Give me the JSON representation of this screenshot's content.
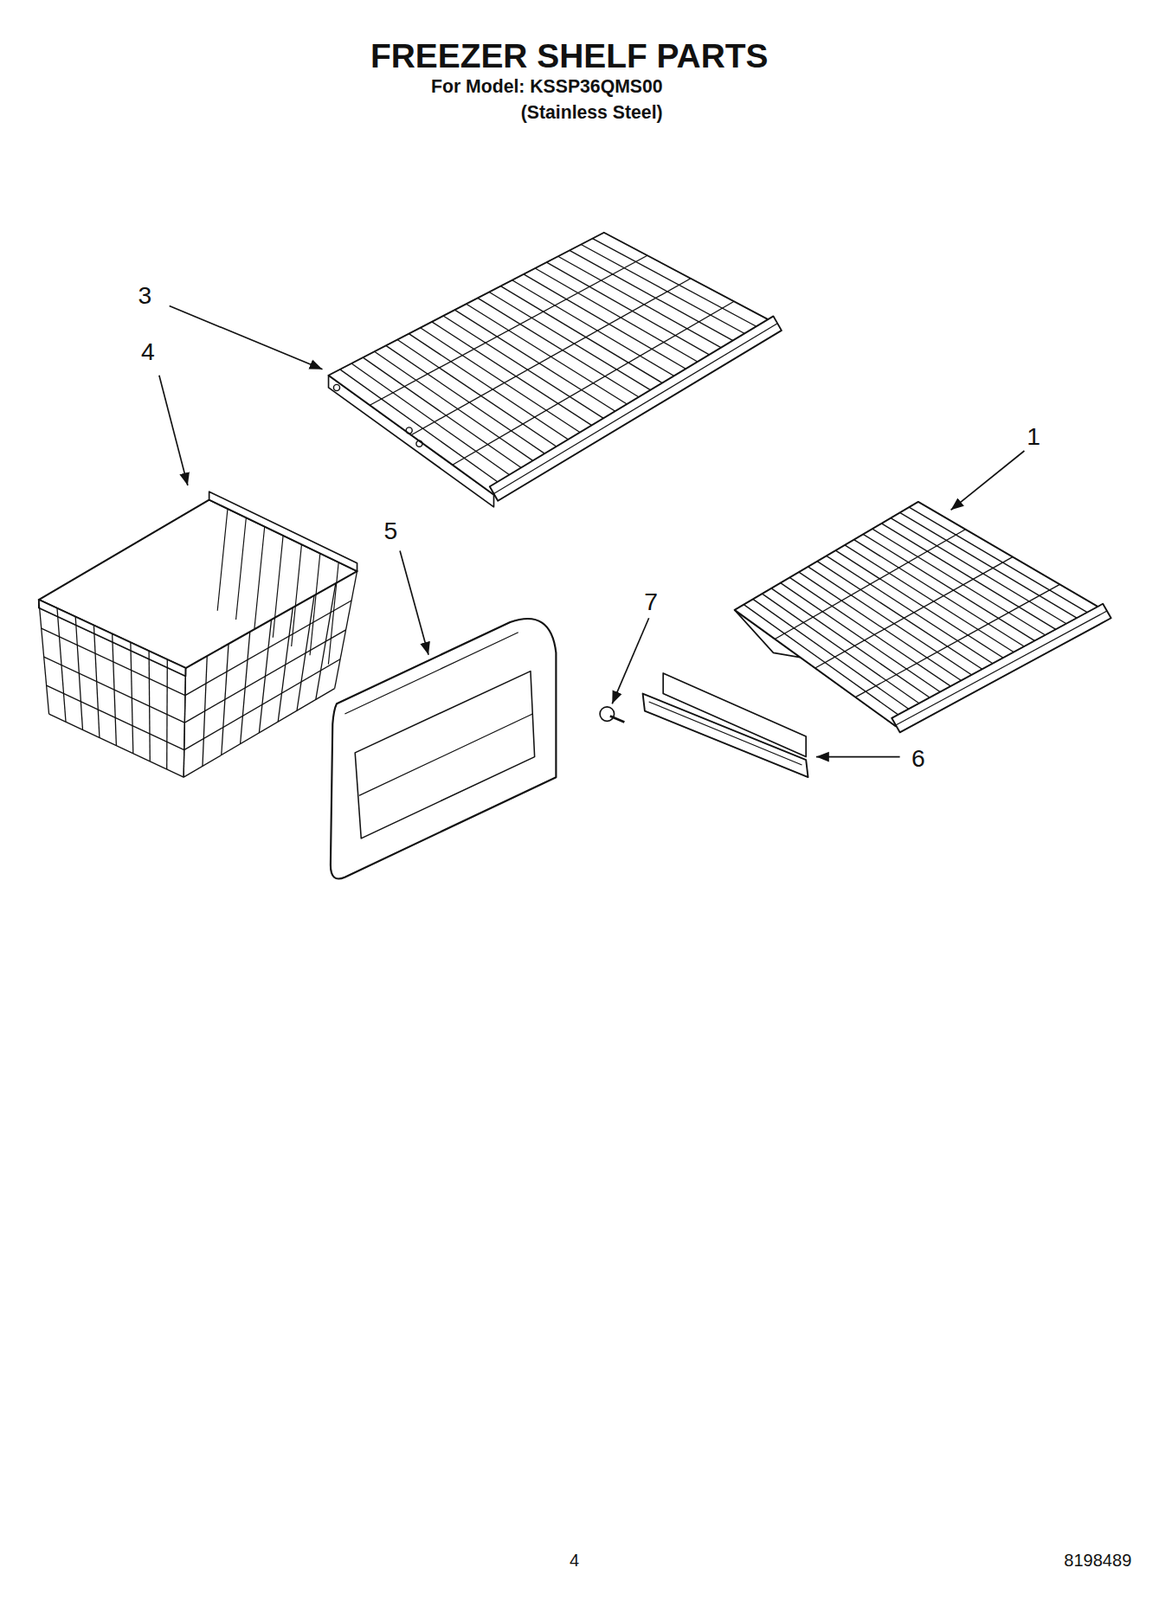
{
  "diagram": {
    "title": "FREEZER SHELF PARTS",
    "labels": [
      "For Model: KSSP36QMS00",
      "(Stainless Steel)",
      "3",
      "4",
      "1",
      "5",
      "7",
      "6",
      "4",
      "8198489"
    ]
  }
}
